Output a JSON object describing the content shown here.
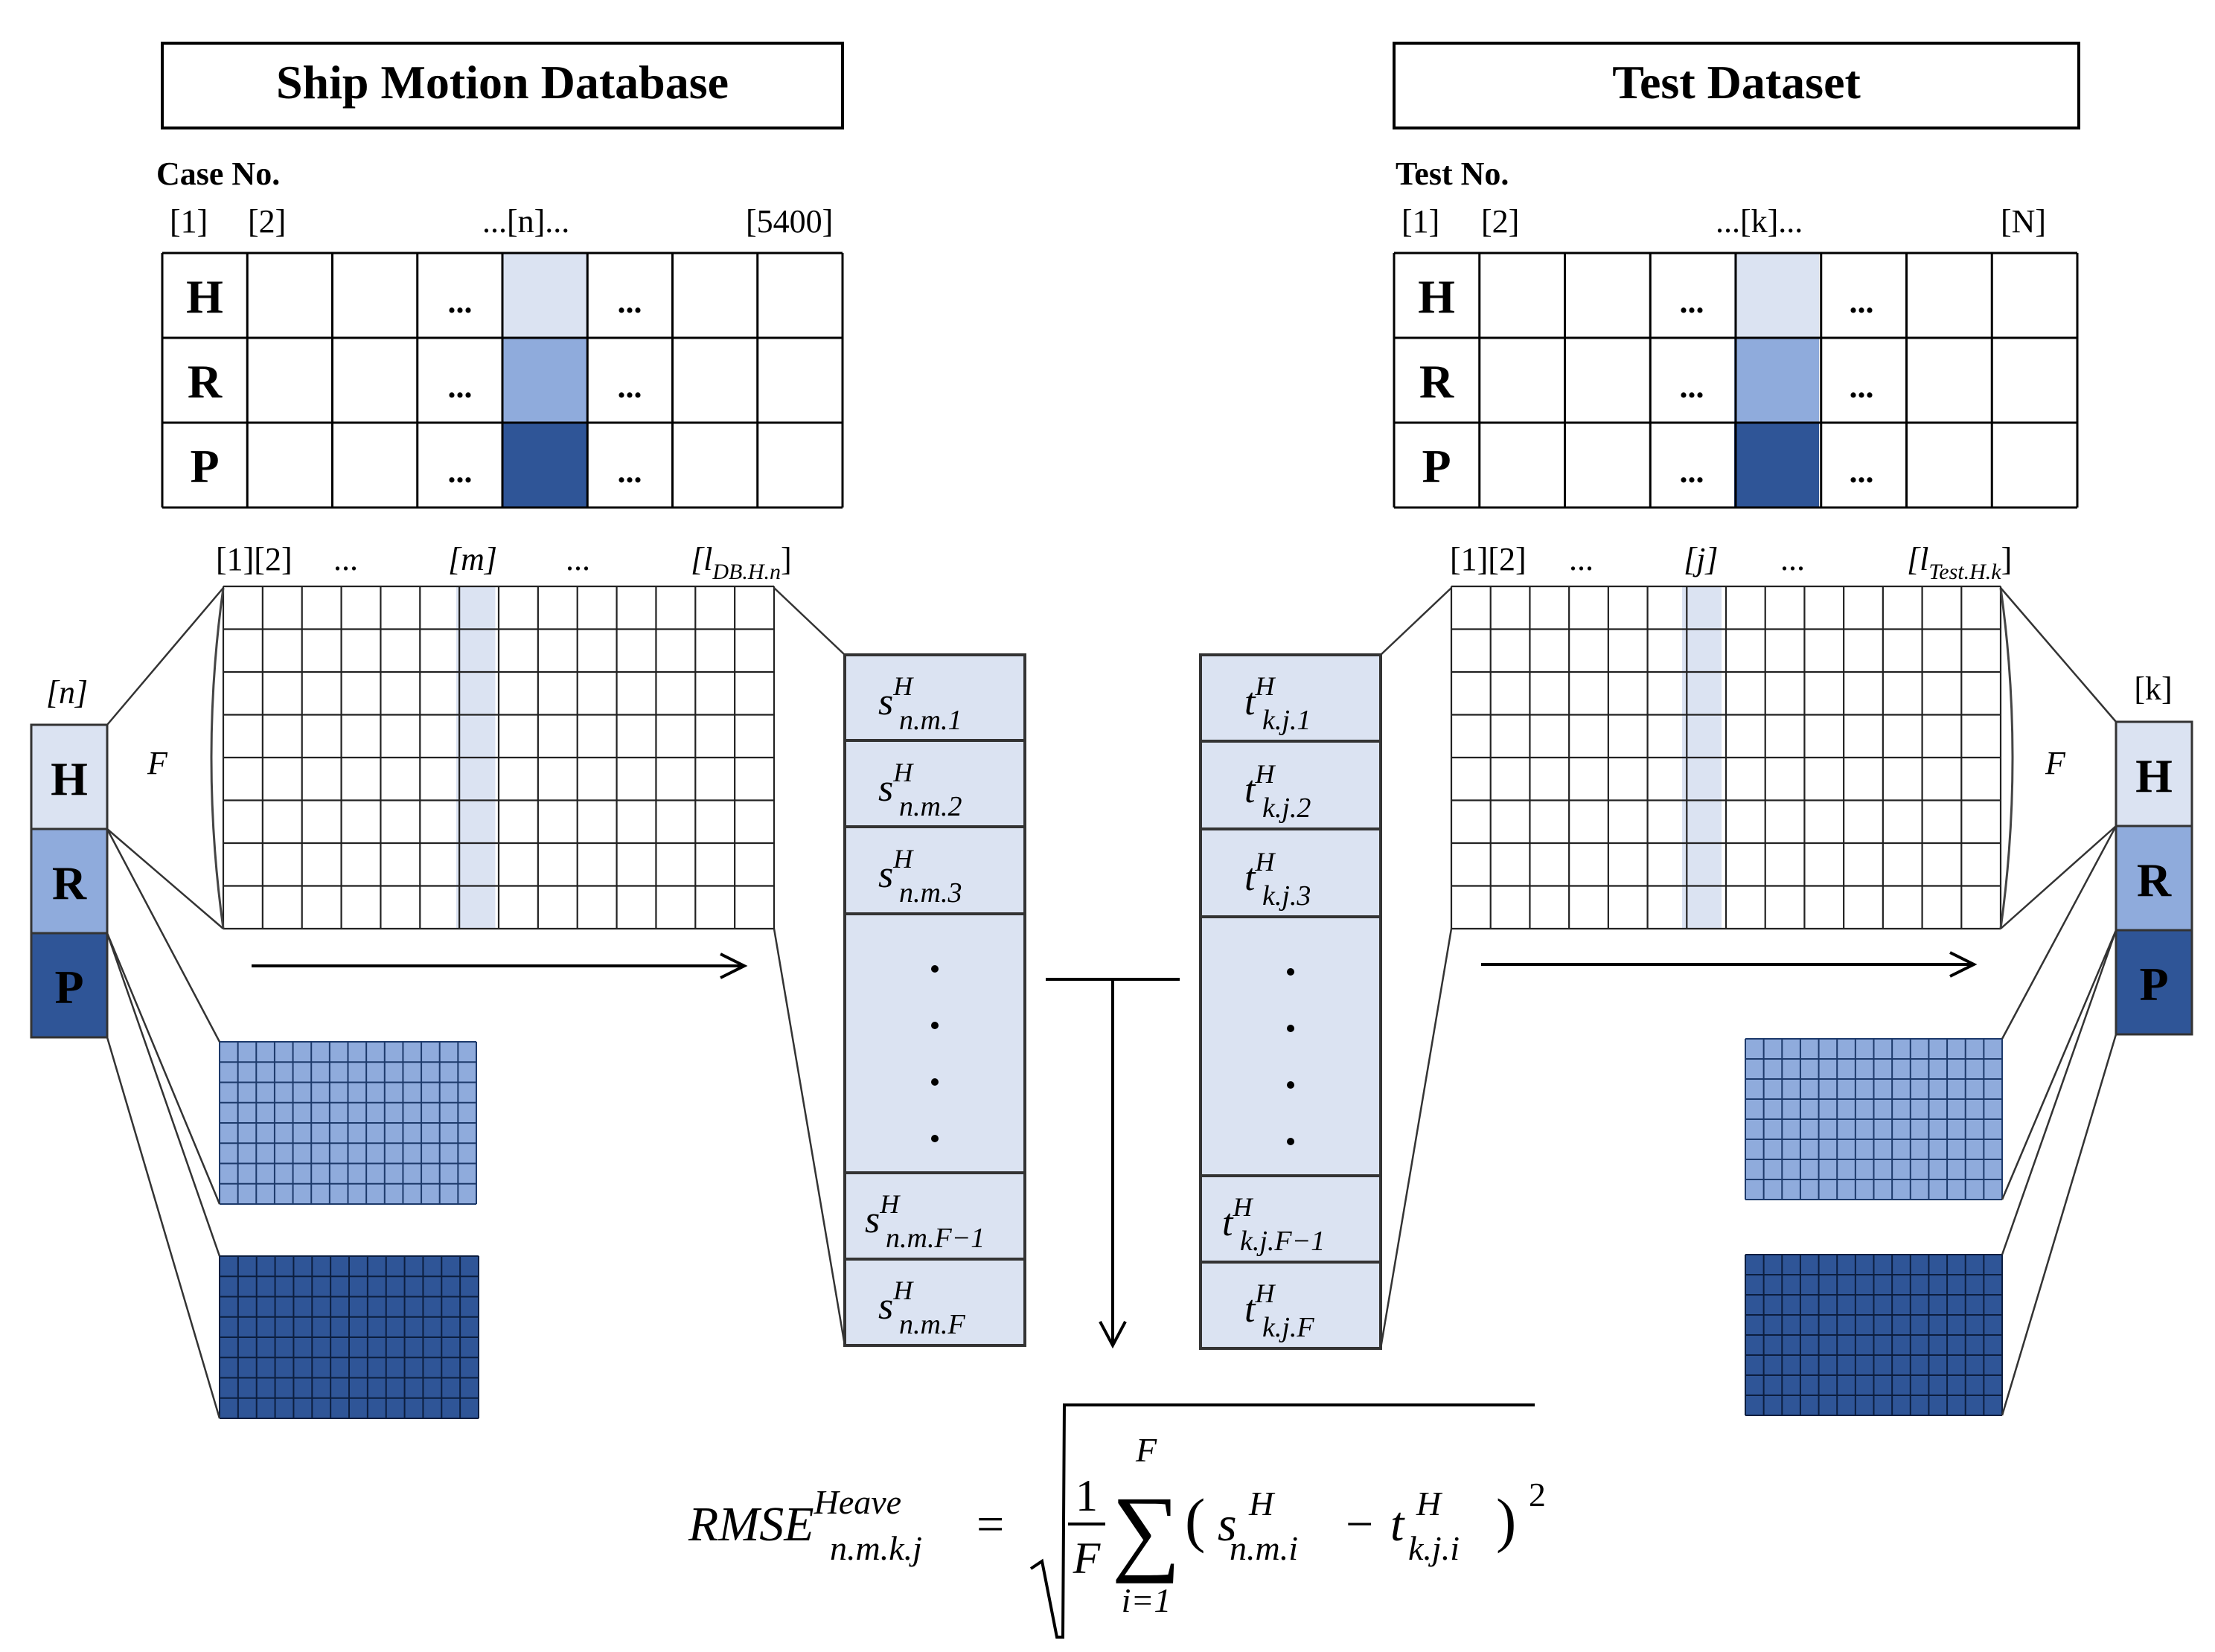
{
  "left_panel": {
    "title": "Ship Motion Database",
    "case_label": "Case No.",
    "index_labels": {
      "first": "[1]",
      "second": "[2]",
      "mid": "...[n]...",
      "last": "[5400]"
    },
    "row_labels": [
      "H",
      "R",
      "P"
    ],
    "ellipsis": "...",
    "time_labels": {
      "first": "[1][2]",
      "dots1": "...",
      "mid": "[m]",
      "dots2": "...",
      "last_base": "[l",
      "last_sub": "DB.H.n",
      "last_close": "]"
    },
    "f_label": "F",
    "stack_index": "[n]",
    "vector": [
      {
        "base": "s",
        "sup": "H",
        "sub": "n.m.1"
      },
      {
        "base": "s",
        "sup": "H",
        "sub": "n.m.2"
      },
      {
        "base": "s",
        "sup": "H",
        "sub": "n.m.3"
      },
      {
        "base": "s",
        "sup": "H",
        "sub": "n.m.F−1"
      },
      {
        "base": "s",
        "sup": "H",
        "sub": "n.m.F"
      }
    ]
  },
  "right_panel": {
    "title": "Test Dataset",
    "case_label": "Test No.",
    "index_labels": {
      "first": "[1]",
      "second": "[2]",
      "mid": "...[k]...",
      "last": "[N]"
    },
    "row_labels": [
      "H",
      "R",
      "P"
    ],
    "ellipsis": "...",
    "time_labels": {
      "first": "[1][2]",
      "dots1": "...",
      "mid": "[j]",
      "dots2": "...",
      "last_base": "[l",
      "last_sub": "Test.H.k",
      "last_close": "]"
    },
    "f_label": "F",
    "stack_index": "[k]",
    "vector": [
      {
        "base": "t",
        "sup": "H",
        "sub": "k.j.1"
      },
      {
        "base": "t",
        "sup": "H",
        "sub": "k.j.2"
      },
      {
        "base": "t",
        "sup": "H",
        "sub": "k.j.3"
      },
      {
        "base": "t",
        "sup": "H",
        "sub": "k.j.F−1"
      },
      {
        "base": "t",
        "sup": "H",
        "sub": "k.j.F"
      }
    ]
  },
  "formula": {
    "lhs": "RMSE",
    "lhs_sup": "Heave",
    "lhs_sub": "n.m.k.j",
    "equals": "=",
    "frac_num": "1",
    "frac_den": "F",
    "sum": "∑",
    "sum_upper": "F",
    "sum_lower": "i=1",
    "open_paren": "(",
    "s": "s",
    "s_sup": "H",
    "s_sub": "n.m.i",
    "minus": "−",
    "t": "t",
    "t_sup": "H",
    "t_sub": "k.j.i",
    "close_paren": ")",
    "exponent": "2"
  },
  "colors": {
    "heave_light": "#dbe3f2",
    "roll_mid": "#8fabdc",
    "pitch_dark": "#2f5597",
    "vector_fill": "#dbe3f2",
    "line": "#000000",
    "thin_line": "#444444"
  }
}
